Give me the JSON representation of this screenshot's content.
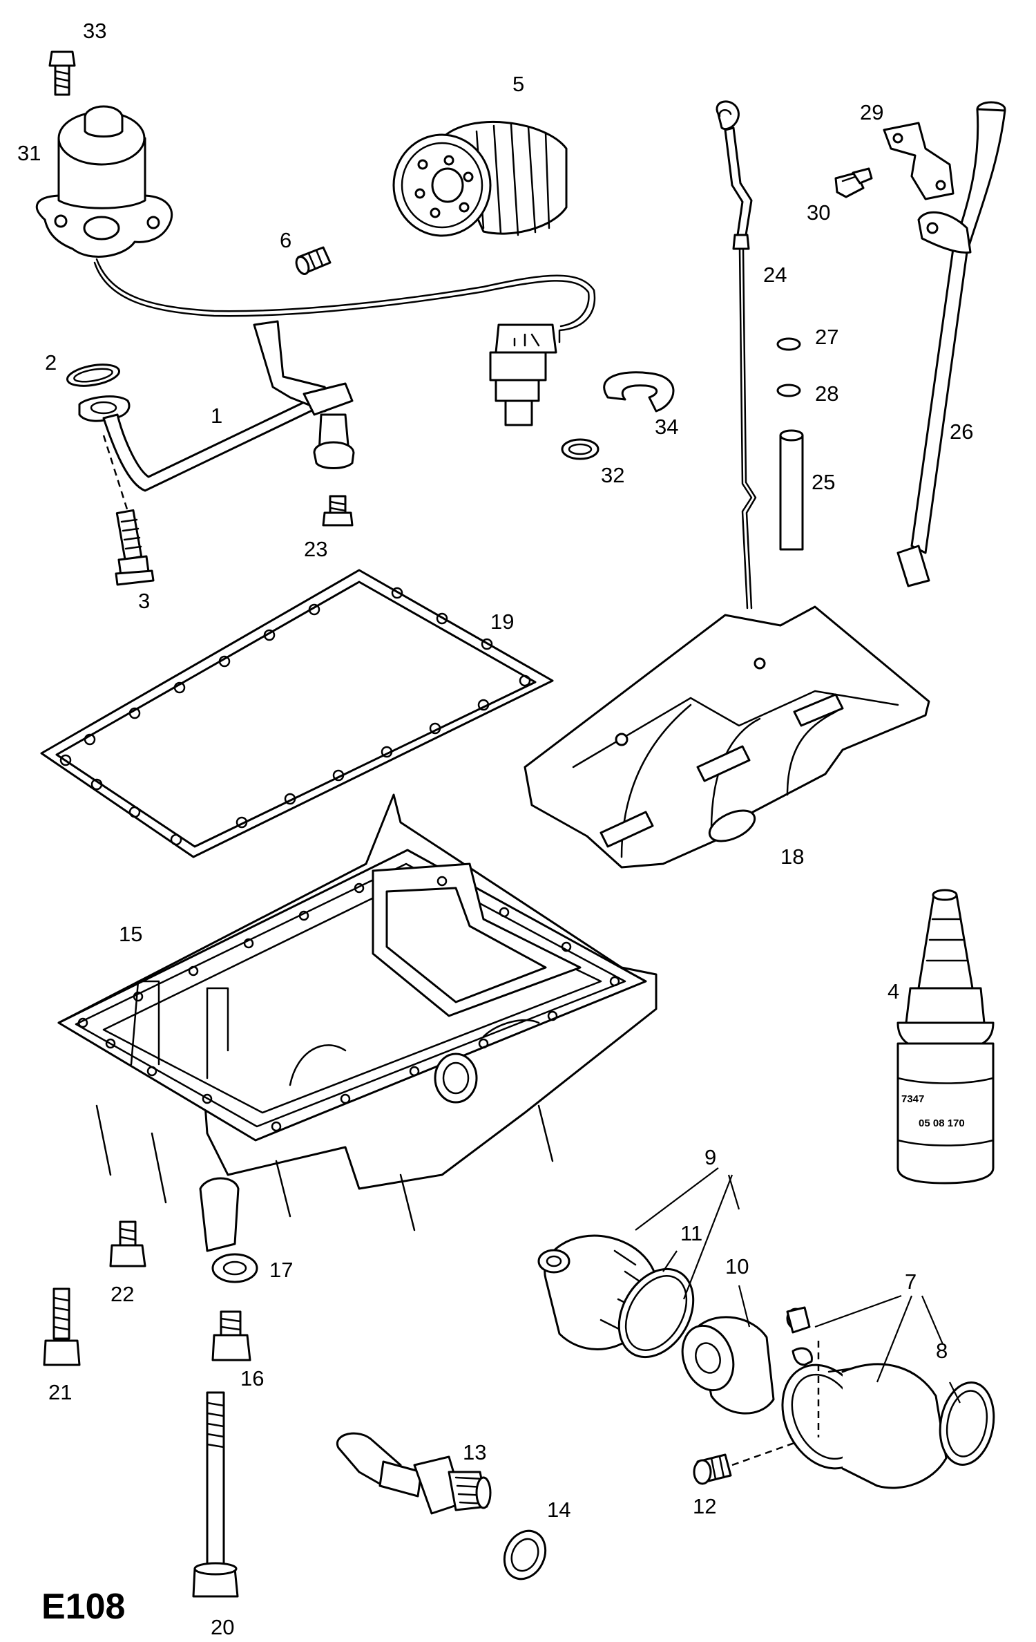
{
  "diagram": {
    "code": "E108",
    "bottle_label": {
      "line1": "7347",
      "line2": "05 08 170"
    },
    "callouts": {
      "c1": "1",
      "c2": "2",
      "c3": "3",
      "c4": "4",
      "c5": "5",
      "c6": "6",
      "c7": "7",
      "c8": "8",
      "c9": "9",
      "c10": "10",
      "c11": "11",
      "c12": "12",
      "c13": "13",
      "c14": "14",
      "c15": "15",
      "c16": "16",
      "c17": "17",
      "c18": "18",
      "c19": "19",
      "c20": "20",
      "c21": "21",
      "c22": "22",
      "c23": "23",
      "c24": "24",
      "c25": "25",
      "c26": "26",
      "c27": "27",
      "c28": "28",
      "c29": "29",
      "c30": "30",
      "c31": "31",
      "c32": "32",
      "c33": "33",
      "c34": "34"
    }
  }
}
